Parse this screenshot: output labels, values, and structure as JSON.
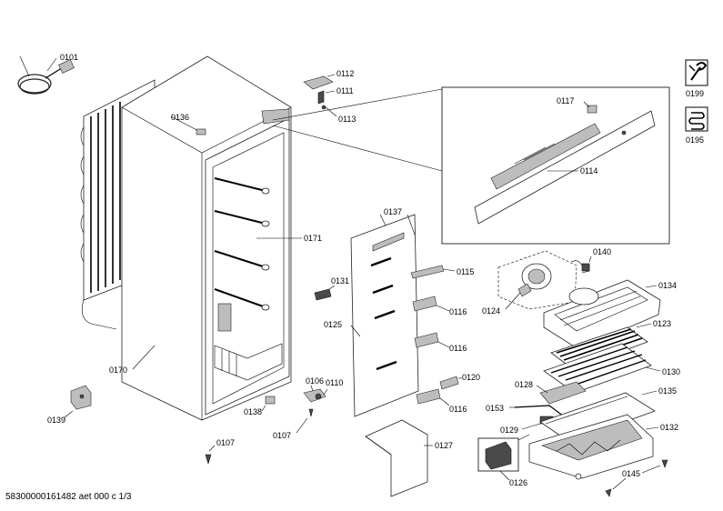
{
  "labels": {
    "p0101": "0101",
    "p0107a": "0107",
    "p0107b": "0107",
    "p0106": "0106",
    "p0110": "0110",
    "p0111": "0111",
    "p0112": "0112",
    "p0113": "0113",
    "p0114": "0114",
    "p0115": "0115",
    "p0116a": "0116",
    "p0116b": "0116",
    "p0116c": "0116",
    "p0117": "0117",
    "p0120": "0120",
    "p0123": "0123",
    "p0124": "0124",
    "p0125": "0125",
    "p0126": "0126",
    "p0127": "0127",
    "p0128": "0128",
    "p0129": "0129",
    "p0130": "0130",
    "p0131": "0131",
    "p0132": "0132",
    "p0134": "0134",
    "p0135": "0135",
    "p0136": "0136",
    "p0137": "0137",
    "p0138": "0138",
    "p0139": "0139",
    "p0140": "0140",
    "p0145": "0145",
    "p0153": "0153",
    "p0170": "0170",
    "p0171": "0171",
    "p0195": "0195",
    "p0199": "0199"
  },
  "footer": {
    "doc_ref": "58300000161482 aet 000 c 1/3"
  },
  "icons": {
    "tools": "wrench-icon",
    "coil": "coil-icon"
  }
}
